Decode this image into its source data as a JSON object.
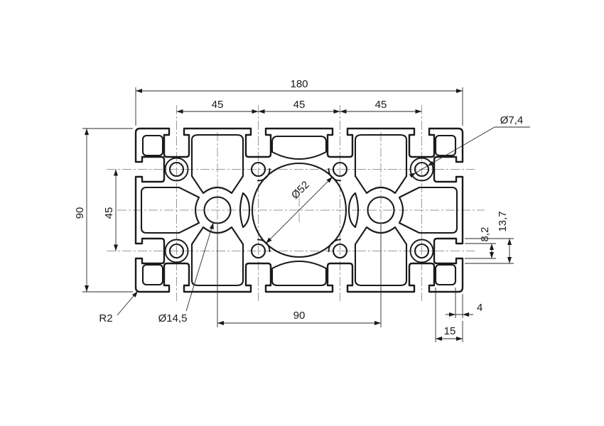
{
  "drawing": {
    "type": "technical-cad-cross-section",
    "subject": "aluminium-extrusion-profile-90x180",
    "colors": {
      "background": "#ffffff",
      "outline": "#1a1a1a",
      "centerline": "#9a9a9a",
      "dimension": "#2a2a2a"
    },
    "labels": {
      "overall_width": "180",
      "slot_spacing": [
        "45",
        "45",
        "45"
      ],
      "overall_height": "90",
      "side_slot_spacing": "45",
      "small_hole_diameter": "Ø7,4",
      "center_bore_diameter": "Ø52",
      "slot_opening_width": "8,2",
      "slot_cavity_width": "13,7",
      "corner_wall_thickness": "4",
      "corner_cavity_offset": "15",
      "corner_radius": "R2",
      "core_hole_diameter": "Ø14,5",
      "core_hole_spacing": "90"
    }
  }
}
